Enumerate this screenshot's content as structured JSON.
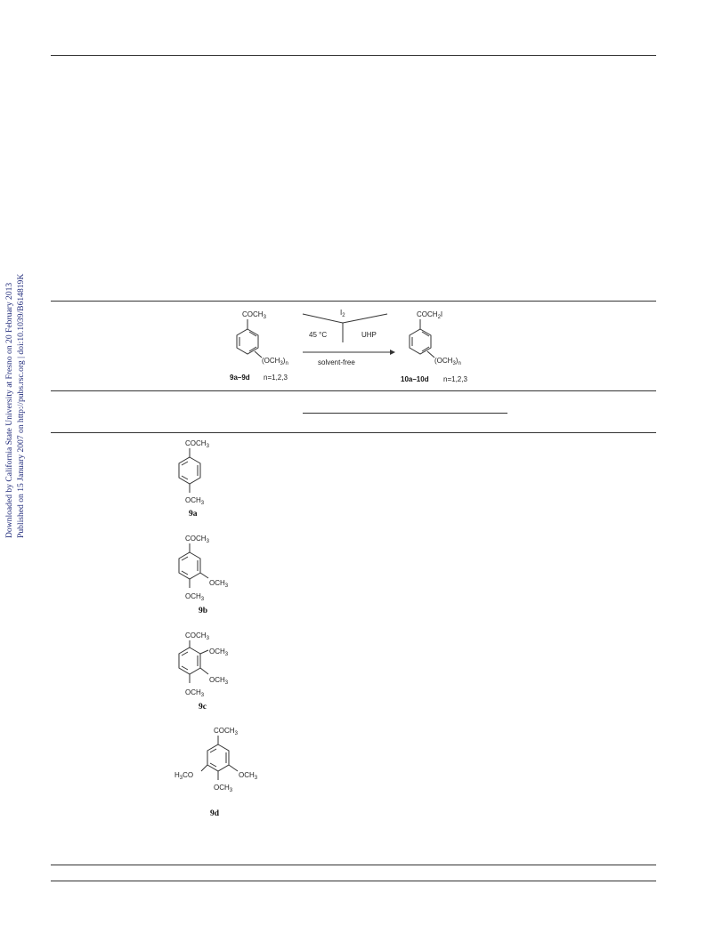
{
  "sidebar": {
    "line1": "Downloaded by California State University at Fresno on 20 February 2013",
    "line2": "Published on 15 January 2007 on http://pubs.rsc.org | doi:10.1039/B614819K",
    "color": "#1f2a7a"
  },
  "scheme": {
    "reactant_group": "COCH",
    "reactant_group_sub": "3",
    "substituent": "(OCH",
    "substituent_sub": "3",
    "substituent_tail": ")",
    "substituent_n": "n",
    "reactant_label": "9a–9d",
    "reactant_n": "n=1,2,3",
    "reagent_i": "I",
    "reagent_i_sub": "2",
    "temperature": "45 °C",
    "oxidant": "UHP",
    "conditions": "solvent-free",
    "product_group": "COCH",
    "product_group_sub": "2",
    "product_group_tail": "I",
    "product_label": "10a–10d",
    "product_n": "n=1,2,3"
  },
  "compounds": [
    {
      "label": "9a",
      "acetyl": "COCH",
      "acetyl_sub": "3",
      "ome": "OCH",
      "ome_sub": "3"
    },
    {
      "label": "9b",
      "acetyl": "COCH",
      "acetyl_sub": "3",
      "ome": "OCH",
      "ome_sub": "3",
      "ome2": "OCH",
      "ome2_sub": "3"
    },
    {
      "label": "9c",
      "acetyl": "COCH",
      "acetyl_sub": "3",
      "ome": "OCH",
      "ome_sub": "3",
      "ome2": "OCH",
      "ome2_sub": "3",
      "ome3": "OCH",
      "ome3_sub": "3"
    },
    {
      "label": "9d",
      "acetyl": "COCH",
      "acetyl_sub": "3",
      "left_pre": "H",
      "left_pre_sub": "3",
      "left_tail": "CO",
      "ome": "OCH",
      "ome_sub": "3",
      "ome2": "OCH",
      "ome2_sub": "3"
    }
  ]
}
